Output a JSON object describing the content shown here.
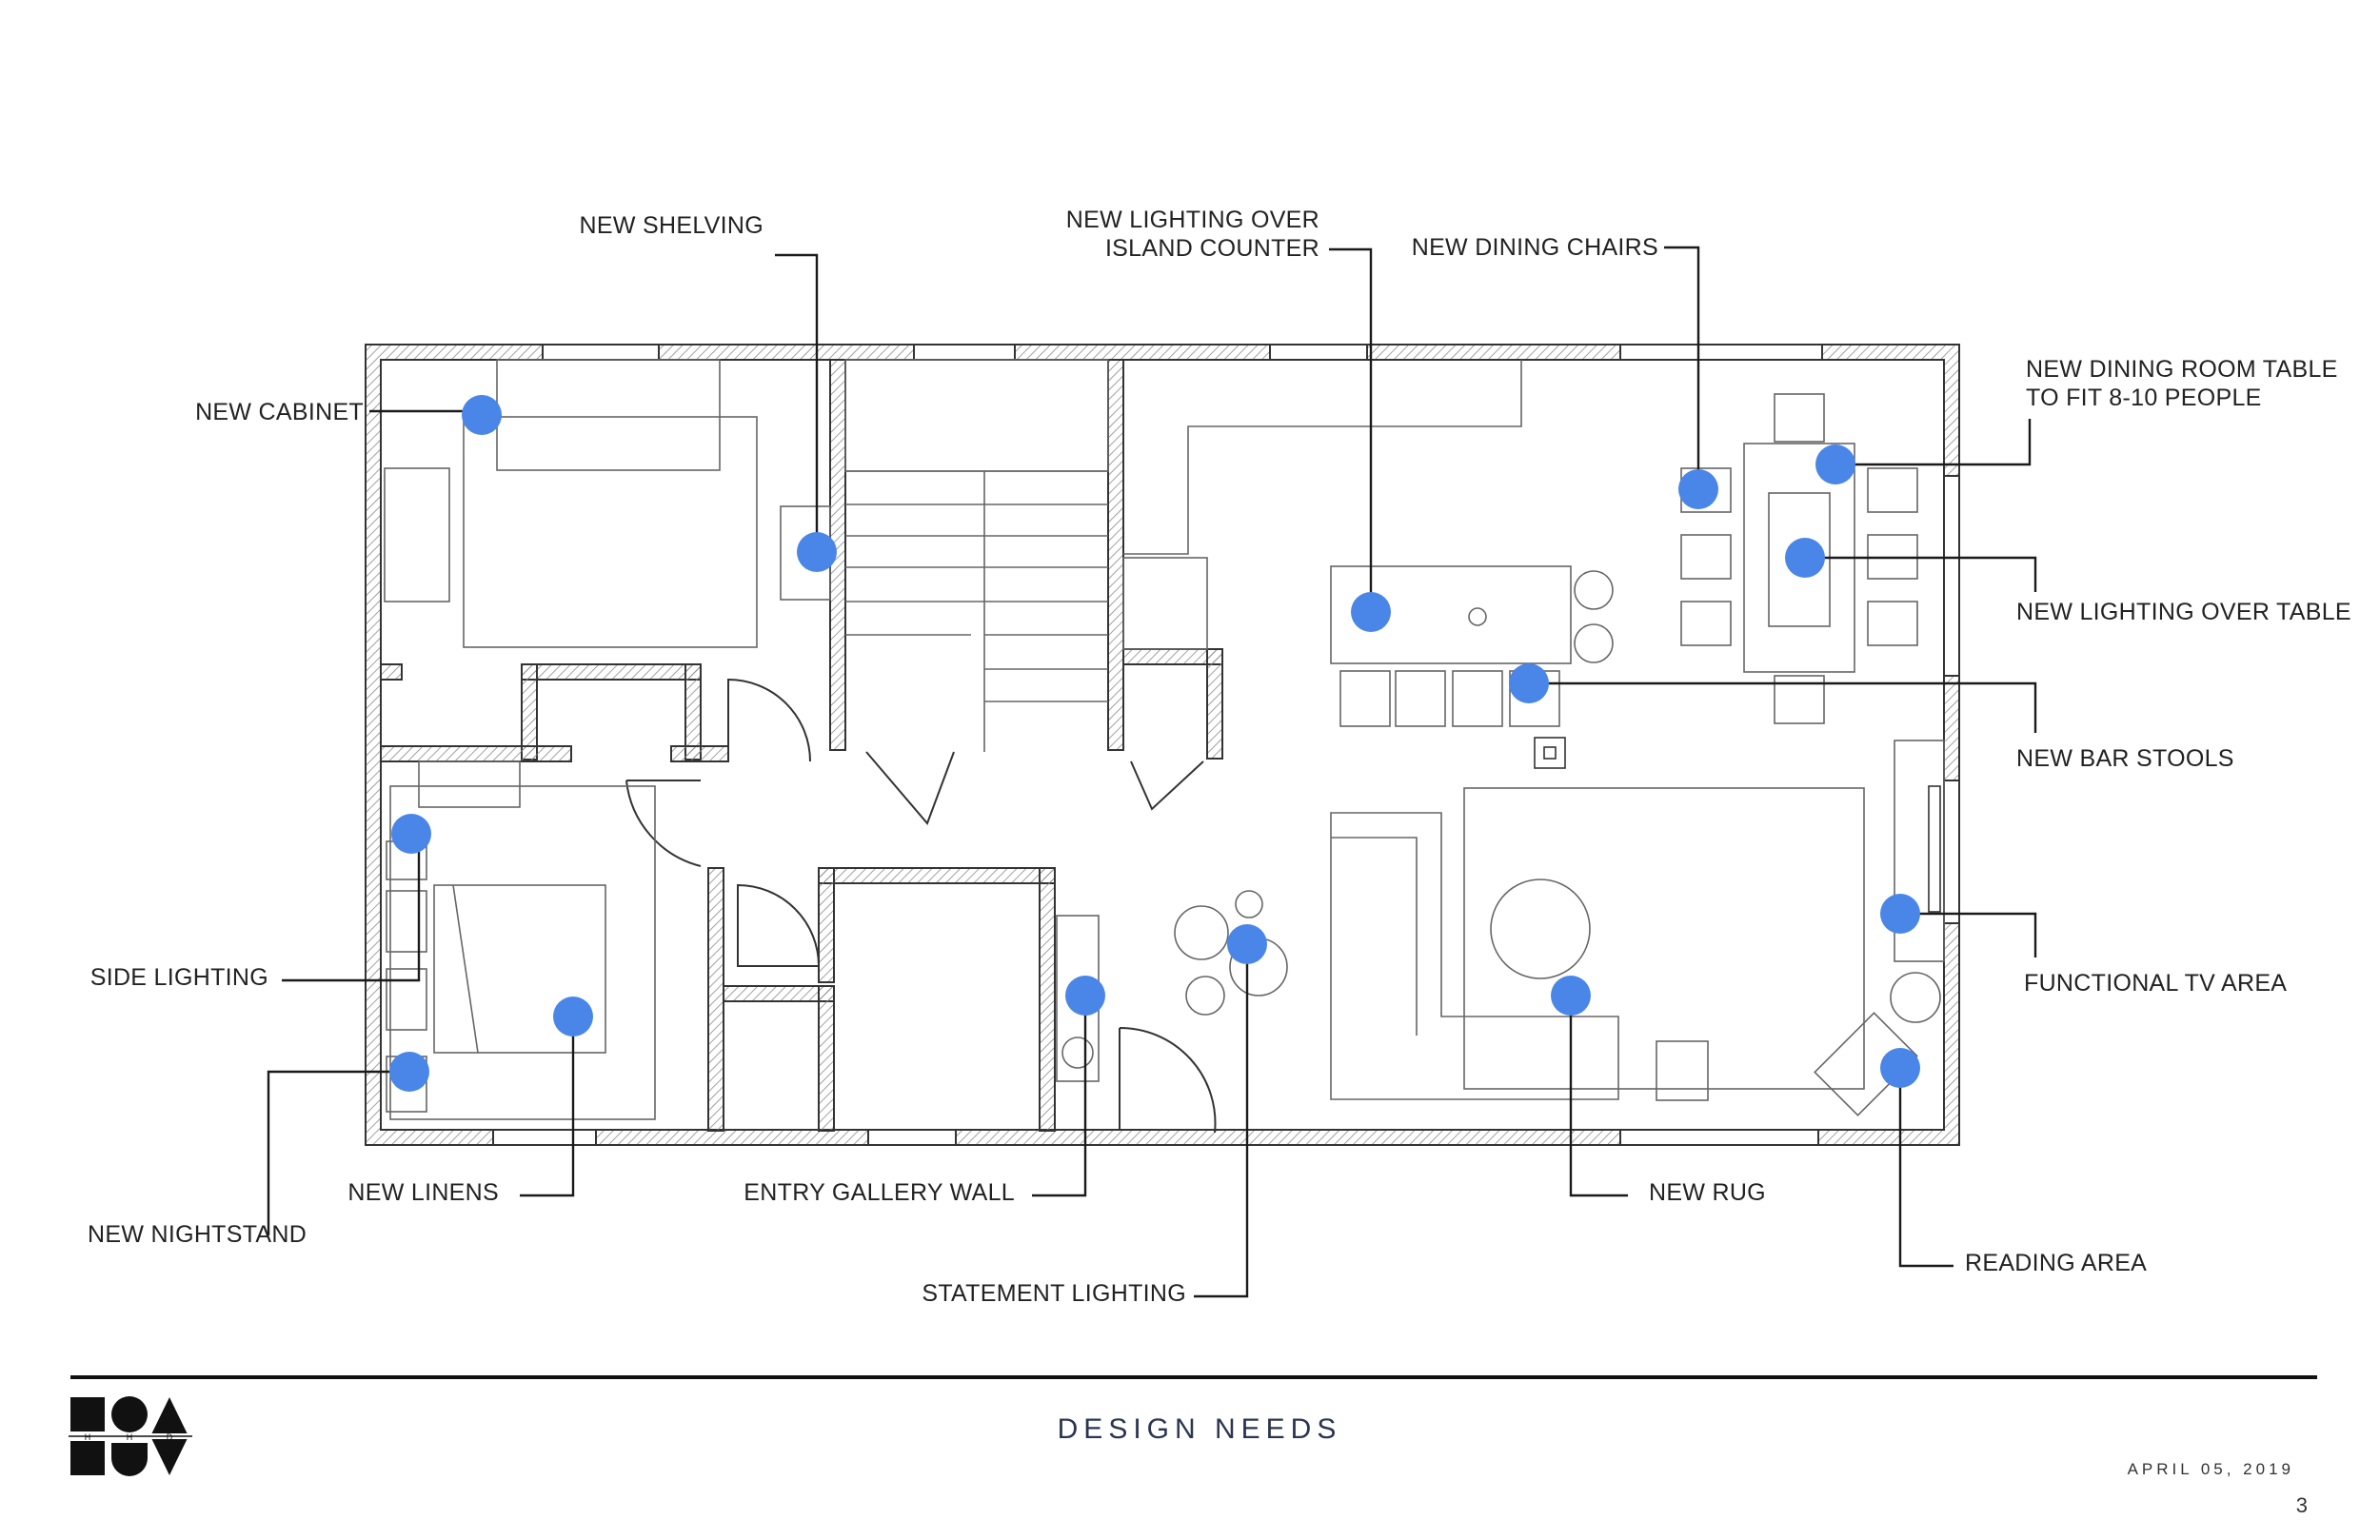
{
  "page": {
    "title": "DESIGN NEEDS",
    "date": "APRIL 05, 2019",
    "page_number": "3",
    "logo_text": "HHD"
  },
  "colors": {
    "marker": "#4a86e8",
    "wall_line": "#333333",
    "hatch": "#8a8a8a",
    "leader": "#1a1a1a",
    "title": "#2a3550"
  },
  "callouts": [
    {
      "id": "new-cabinet",
      "lines": [
        "NEW CABINET"
      ]
    },
    {
      "id": "new-shelving",
      "lines": [
        "NEW SHELVING"
      ]
    },
    {
      "id": "new-lighting-island",
      "lines": [
        "NEW LIGHTING OVER",
        "ISLAND COUNTER"
      ]
    },
    {
      "id": "new-dining-chairs",
      "lines": [
        "NEW DINING CHAIRS"
      ]
    },
    {
      "id": "new-dining-table",
      "lines": [
        "NEW DINING ROOM TABLE",
        "TO FIT 8-10 PEOPLE"
      ]
    },
    {
      "id": "new-lighting-table",
      "lines": [
        "NEW LIGHTING OVER TABLE"
      ]
    },
    {
      "id": "new-bar-stools",
      "lines": [
        "NEW BAR STOOLS"
      ]
    },
    {
      "id": "functional-tv",
      "lines": [
        "FUNCTIONAL TV AREA"
      ]
    },
    {
      "id": "reading-area",
      "lines": [
        "READING AREA"
      ]
    },
    {
      "id": "new-rug",
      "lines": [
        "NEW RUG"
      ]
    },
    {
      "id": "statement-lighting",
      "lines": [
        "STATEMENT LIGHTING"
      ]
    },
    {
      "id": "entry-gallery",
      "lines": [
        "ENTRY GALLERY WALL"
      ]
    },
    {
      "id": "new-linens",
      "lines": [
        "NEW LINENS"
      ]
    },
    {
      "id": "new-nightstand",
      "lines": [
        "NEW NIGHTSTAND"
      ]
    },
    {
      "id": "side-lighting",
      "lines": [
        "SIDE LIGHTING"
      ]
    }
  ]
}
